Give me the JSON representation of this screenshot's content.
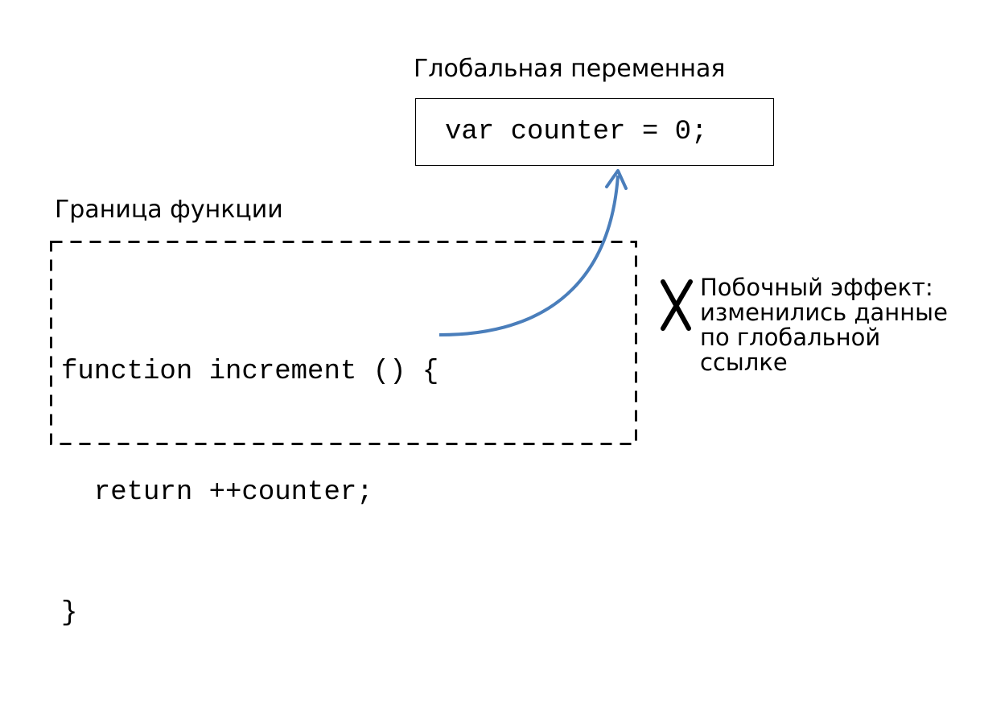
{
  "global_variable": {
    "label": "Глобальная переменная",
    "code": "var counter = 0;"
  },
  "function_boundary": {
    "label": "Граница функции",
    "code_lines": [
      "function increment () {",
      "  return ++counter;",
      "}"
    ]
  },
  "side_effect": {
    "icon": "cross-icon",
    "text": "Побочный эффект: изменились данные по глобальной ссылке"
  },
  "colors": {
    "arrow": "#4a7ebb",
    "text": "#000000",
    "border": "#000000"
  }
}
